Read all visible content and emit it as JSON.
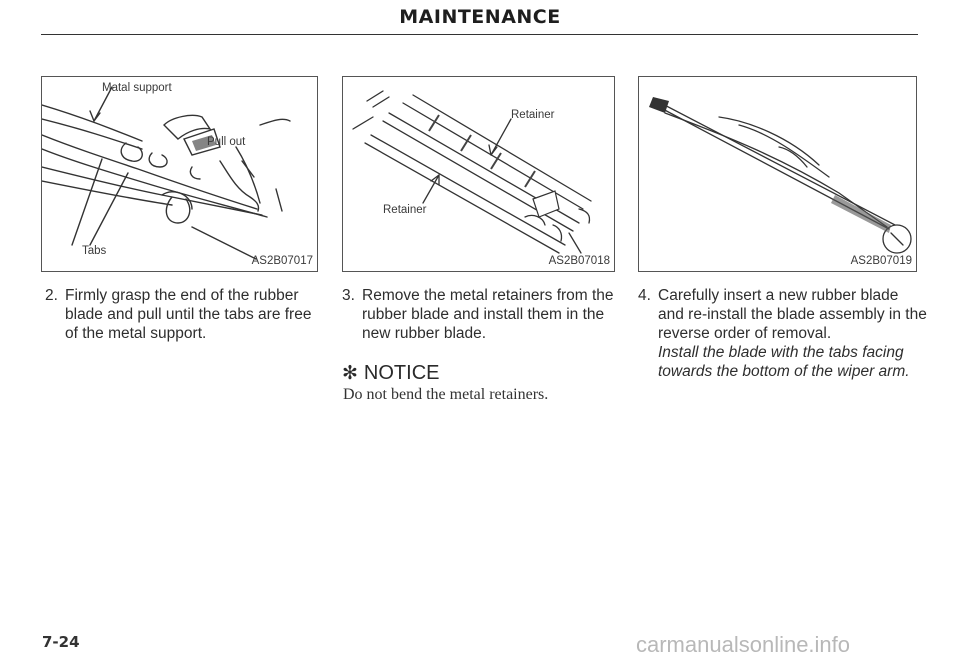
{
  "header": {
    "title": "MAINTENANCE"
  },
  "figures": [
    {
      "labels": [
        "Matal support",
        "Pull out",
        "Tabs"
      ],
      "code": "AS2B07017"
    },
    {
      "labels": [
        "Retainer",
        "Retainer"
      ],
      "code": "AS2B07018"
    },
    {
      "labels": [],
      "code": "AS2B07019"
    }
  ],
  "steps": [
    {
      "number": "2.",
      "text": "Firmly grasp the end of the rubber blade and pull until the tabs are free of the metal support."
    },
    {
      "number": "3.",
      "text": "Remove the metal retainers from the rubber blade and install them in the new rubber blade."
    },
    {
      "number": "4.",
      "text": "Carefully insert a new rubber blade and re-install the blade assembly in the reverse order of removal."
    }
  ],
  "note_italic": "Install the blade with the tabs facing towards the bottom of the wiper arm.",
  "notice": {
    "symbol": "✻",
    "heading": "NOTICE",
    "text": "Do not bend the metal retainers."
  },
  "footer": {
    "page_number": "7-24",
    "watermark": "carmanualsonline.info"
  }
}
